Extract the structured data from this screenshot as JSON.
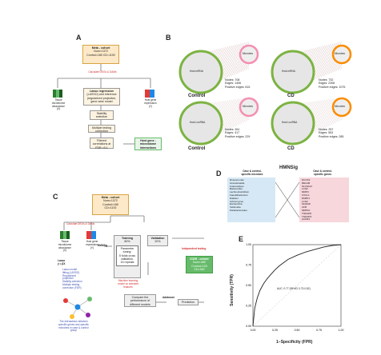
{
  "panelA": {
    "label": "A",
    "meta": [
      "Meta - cohort",
      "Num=1372",
      "Control=180 CD=1192"
    ],
    "calc_label": "Calculate DEGs & DAMs",
    "left": [
      "Tissue",
      "microbiome",
      "abundance",
      "(X)"
    ],
    "right": [
      "Host gene",
      "expression",
      "(Y)"
    ],
    "lasso": [
      "Lasso regression",
      "(LASSO) and inference",
      "(regularized projection,",
      "gene-wise model"
    ],
    "stab": [
      "Stability",
      "selection"
    ],
    "mult": [
      "Multiple testing",
      "correction"
    ],
    "filter": [
      "Filtered",
      "correlations at",
      "FDR <0.1"
    ],
    "result": [
      "Host gene -",
      "microbiome",
      "interactions"
    ]
  },
  "panelB": {
    "label": "B",
    "networks": [
      {
        "host": "Host mRNA",
        "microbe": "Microbes",
        "group": "Control",
        "stats": [
          "Nodes: 708",
          "Edges: 1406",
          "Positive edges: 615"
        ],
        "ring": "#7cb342",
        "micro": "#f48fb1"
      },
      {
        "host": "Host mRNA",
        "microbe": "Microbes",
        "group": "CD",
        "stats": [
          "Nodes: 732",
          "Edges: 2308",
          "Positive edges: 1075"
        ],
        "ring": "#7cb342",
        "micro": "#fb8c00"
      },
      {
        "host": "Host LncRNA",
        "microbe": "Microbes",
        "group": "Control",
        "stats": [
          "Nodes: 261",
          "Edges: 417",
          "Positive edges: 229"
        ],
        "ring": "#7cb342",
        "micro": "#f48fb1"
      },
      {
        "host": "Host LncRNA",
        "microbe": "Microbes",
        "group": "CD",
        "stats": [
          "Nodes: 257",
          "Edges: 553",
          "Positive edges: 285"
        ],
        "ring": "#7cb342",
        "micro": "#fb8c00"
      }
    ]
  },
  "panelC": {
    "label": "C",
    "meta": [
      "Meta - cohort",
      "Num=1372",
      "Control=180",
      "CD=1192"
    ],
    "calc_label": "Calculate DEGs & DAMs",
    "left": [
      "Tissue",
      "microbiome",
      "abundance",
      "(X)"
    ],
    "right": [
      "Host gene",
      "expression",
      "(Y)"
    ],
    "lasso": [
      "Lasso",
      "y = βX"
    ],
    "bullets": [
      "Lasso model",
      "fitting (LASSO)",
      "Regularized",
      "projection",
      "Stability selection",
      "Multiple testing",
      "correction (FDR)"
    ],
    "hmnsig_label": "HMNSig",
    "training": [
      "Training",
      "80%"
    ],
    "param": [
      "Parameter",
      "tuning:",
      "5 folds cross",
      "validation,",
      "15 repeats"
    ],
    "validation": [
      "Validation",
      "20%"
    ],
    "ml_note": [
      "Machine learning",
      "model on selected",
      "features"
    ],
    "compare": [
      "Compare the",
      "performance of",
      "different models"
    ],
    "adaboost": "Adaboost",
    "prediction": "Prediction",
    "independent": "Independent testing",
    "icdr": [
      "ICDR - cohort",
      "Num=480",
      "Control=120",
      "CD=362"
    ],
    "footnote": [
      "The interactions between",
      "specific genes and specific",
      "microbes in case & control",
      "group"
    ]
  },
  "panelD": {
    "label": "D",
    "title": "HMNSig",
    "left_header": [
      "Case & control-",
      "specific microbes"
    ],
    "right_header": [
      "Case & control-",
      "specific genes"
    ],
    "microbes": [
      "Roseomonas",
      "Granulicatella",
      "Anaerostipes",
      "Bacteroides",
      "Lachnoclostridium",
      "Faecalibacterium",
      "Dialister",
      "Actinomyces",
      "Escherichia",
      "Veillonella",
      "Parabacteroides"
    ],
    "genes": [
      "DUOX2",
      "REG1B",
      "SLC6A14",
      "LCN2",
      "MMP3",
      "CXCL1",
      "DMBT1",
      "LCN2",
      "S100A8",
      "CFB",
      "MMP10",
      "TNFAIP6",
      "TNFAIP3",
      "ACKR3"
    ],
    "left_color": "#d6e8f5",
    "right_color": "#f7d6dc"
  },
  "panelE": {
    "label": "E",
    "xlabel": "1−Specificity (FPR)",
    "ylabel": "Sensitivity (TPR)",
    "auc": "AUC: 0.77 (95%CI 0.73-0.82)",
    "ticks": [
      "0.00",
      "0.25",
      "0.50",
      "0.75",
      "1.00"
    ]
  },
  "chart_data": {
    "type": "line",
    "title": "",
    "xlabel": "1−Specificity (FPR)",
    "ylabel": "Sensitivity (TPR)",
    "xlim": [
      0,
      1
    ],
    "ylim": [
      0,
      1
    ],
    "series": [
      {
        "values_x": [
          0,
          0.02,
          0.05,
          0.08,
          0.12,
          0.16,
          0.2,
          0.25,
          0.3,
          0.35,
          0.4,
          0.5,
          0.6,
          0.7,
          0.8,
          0.9,
          1.0
        ],
        "values_y": [
          0,
          0.22,
          0.35,
          0.44,
          0.52,
          0.58,
          0.63,
          0.69,
          0.74,
          0.78,
          0.82,
          0.87,
          0.91,
          0.94,
          0.97,
          0.99,
          1.0
        ]
      }
    ]
  }
}
